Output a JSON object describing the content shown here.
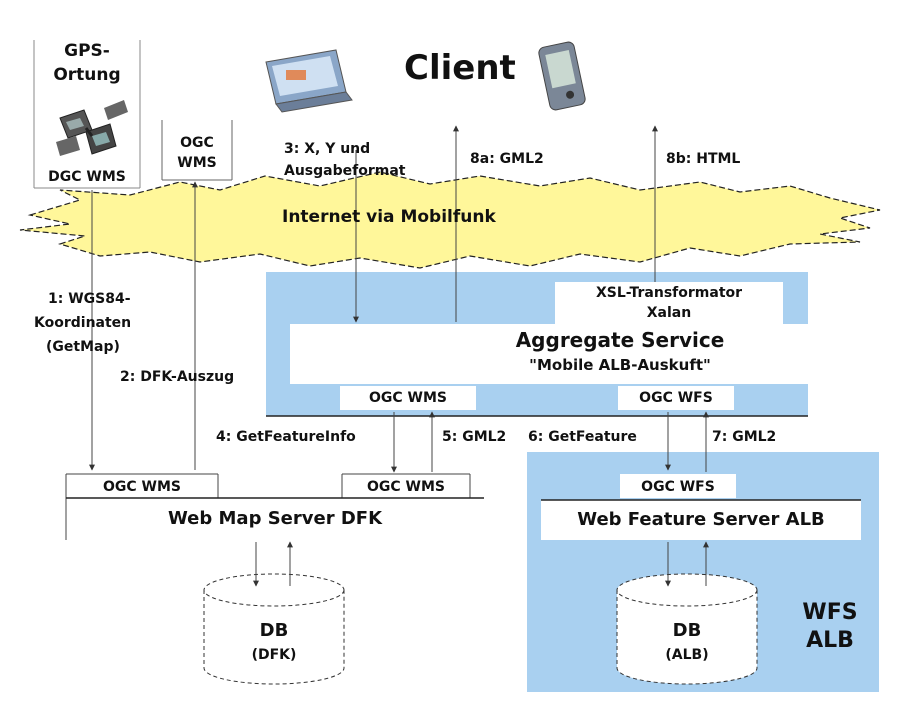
{
  "client": {
    "title": "Client",
    "laptop_icon": "laptop-icon",
    "pda_icon": "pda-icon"
  },
  "gps": {
    "title_line1": "GPS-",
    "title_line2": "Ortung",
    "satellite_icon": "satellite-icon",
    "service_label": "DGC WMS"
  },
  "ogc_wms_box": {
    "line1": "OGC",
    "line2": "WMS"
  },
  "internet": {
    "label": "Internet via Mobilfunk"
  },
  "flows": {
    "step1_line1": "1: WGS84-",
    "step1_line2": "Koordinaten",
    "step1_line3": "(GetMap)",
    "step2": "2: DFK-Auszug",
    "step3_line1": "3: X, Y und",
    "step3_line2": "Ausgabeformat",
    "step4": "4: GetFeatureInfo",
    "step5": "5: GML2",
    "step6": "6: GetFeature",
    "step7": "7: GML2",
    "step8a": "8a: GML2",
    "step8b": "8b: HTML"
  },
  "aggregate": {
    "xsl_line1": "XSL-Transformator",
    "xsl_line2": "Xalan",
    "title": "Aggregate Service",
    "subtitle": "\"Mobile ALB-Auskuft\"",
    "wms_port": "OGC WMS",
    "wfs_port": "OGC WFS"
  },
  "wms_server": {
    "port_left": "OGC WMS",
    "port_right": "OGC WMS",
    "title": "Web Map Server DFK",
    "db_line1": "DB",
    "db_line2": "(DFK)"
  },
  "wfs_server": {
    "port": "OGC WFS",
    "title": "Web Feature Server ALB",
    "db_line1": "DB",
    "db_line2": "(ALB)",
    "region_line1": "WFS",
    "region_line2": "ALB"
  },
  "colors": {
    "panel_blue": "#a9d0f0",
    "cloud_yellow": "#fff79a",
    "cloud_edge": "#222222",
    "line": "#333333"
  }
}
